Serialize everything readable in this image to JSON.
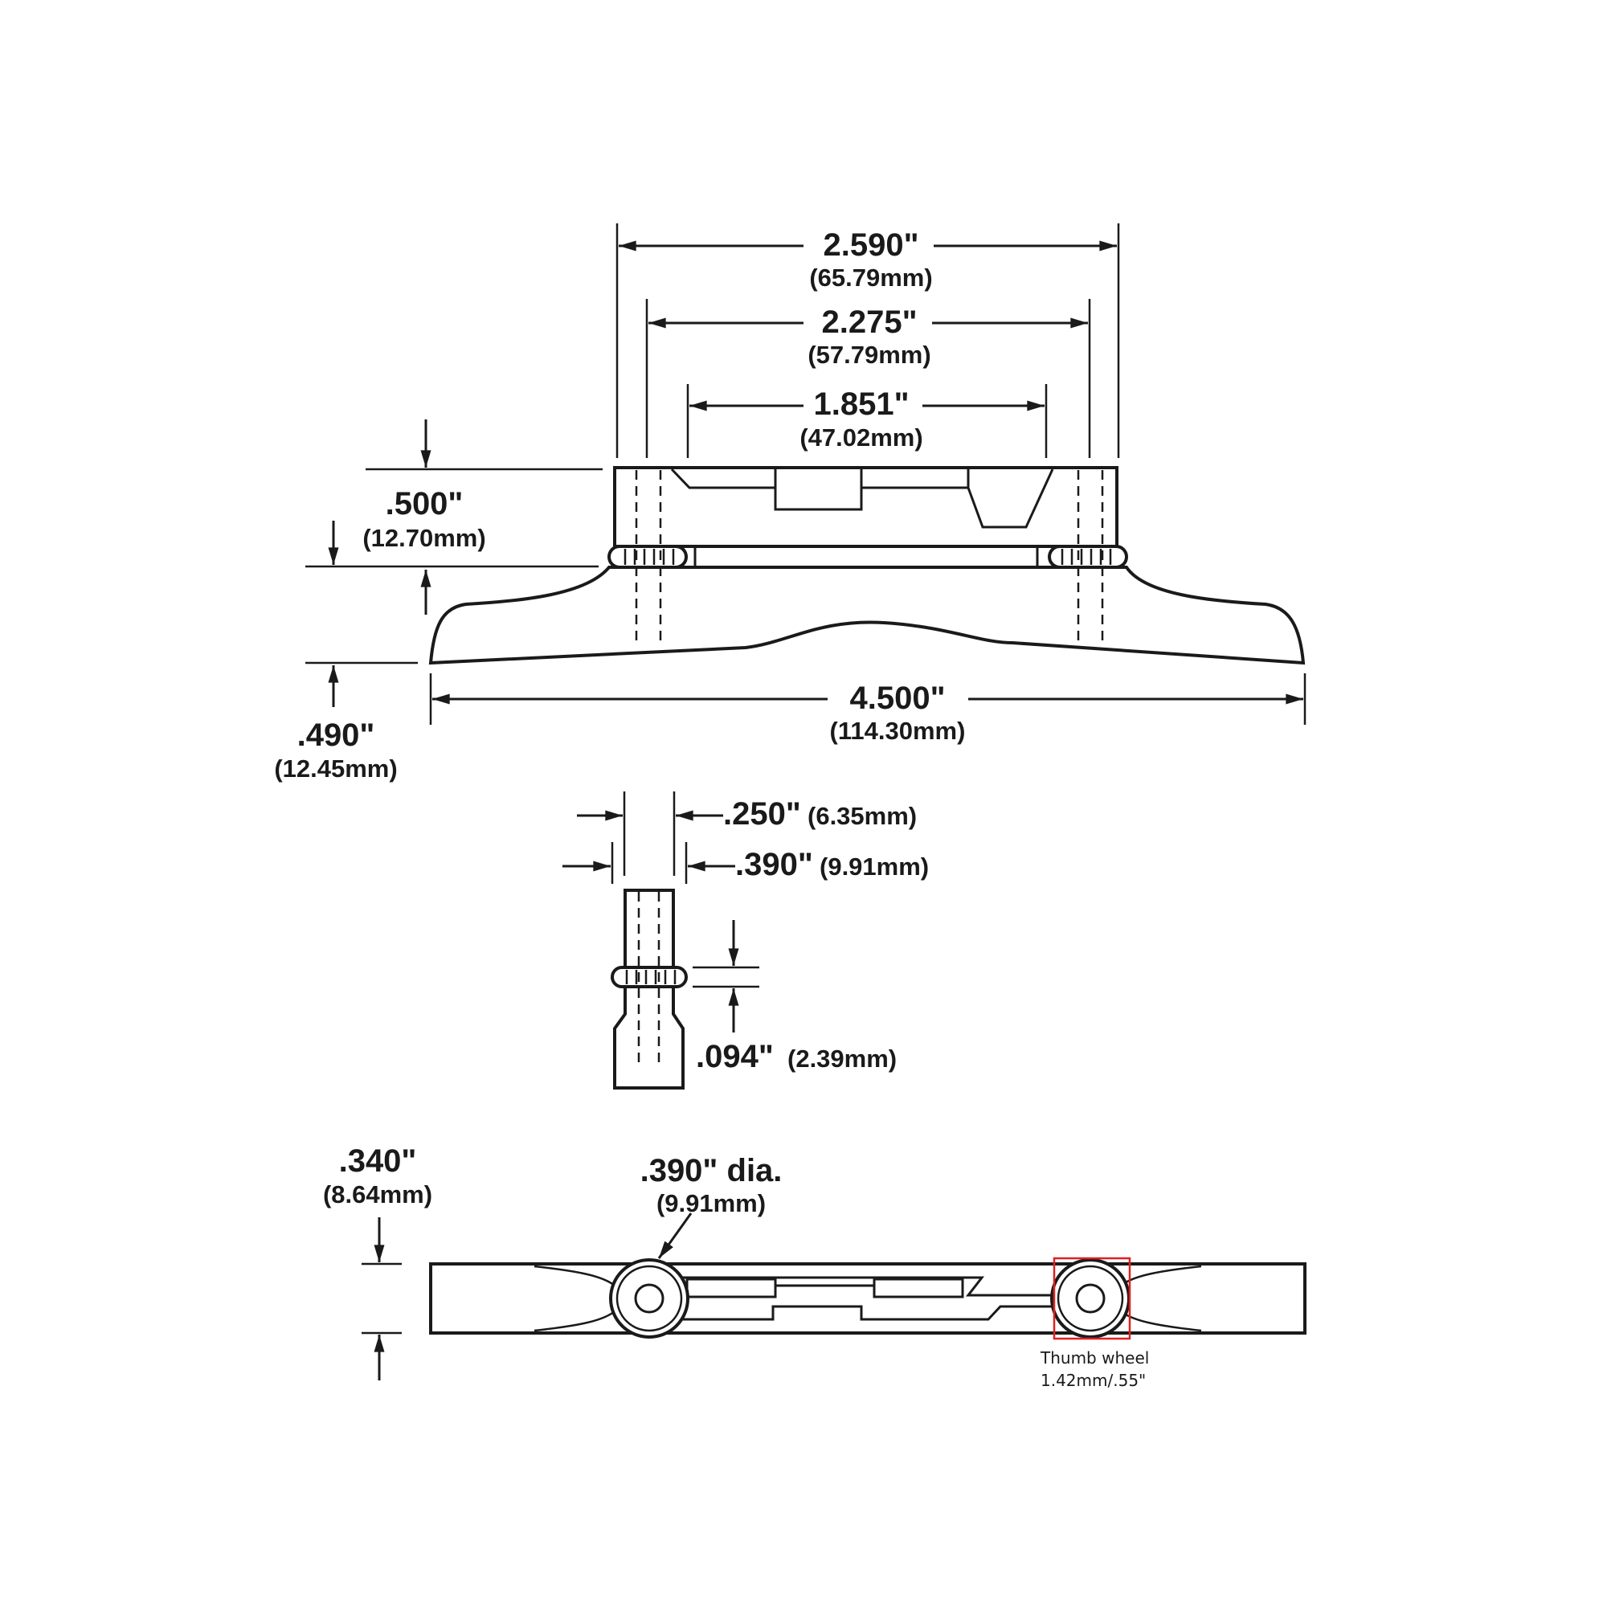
{
  "dimensions": {
    "width_2590": {
      "inch": "2.590\"",
      "mm": "(65.79mm)"
    },
    "width_2275": {
      "inch": "2.275\"",
      "mm": "(57.79mm)"
    },
    "width_1851": {
      "inch": "1.851\"",
      "mm": "(47.02mm)"
    },
    "height_500": {
      "inch": ".500\"",
      "mm": "(12.70mm)"
    },
    "height_490": {
      "inch": ".490\"",
      "mm": "(12.45mm)"
    },
    "width_4500": {
      "inch": "4.500\"",
      "mm": "(114.30mm)"
    },
    "post_250": {
      "inch": ".250\"",
      "mm": "(6.35mm)"
    },
    "wheel_390": {
      "inch": ".390\"",
      "mm": "(9.91mm)"
    },
    "wheel_094": {
      "inch": ".094\"",
      "mm": "(2.39mm)"
    },
    "depth_340": {
      "inch": ".340\"",
      "mm": "(8.64mm)"
    },
    "dia_390": {
      "inch": ".390\" dia.",
      "mm": "(9.91mm)"
    }
  },
  "annotation": {
    "line1": "Thumb wheel",
    "line2": "1.42mm/.55\"",
    "highlight_color": "#e02020"
  }
}
